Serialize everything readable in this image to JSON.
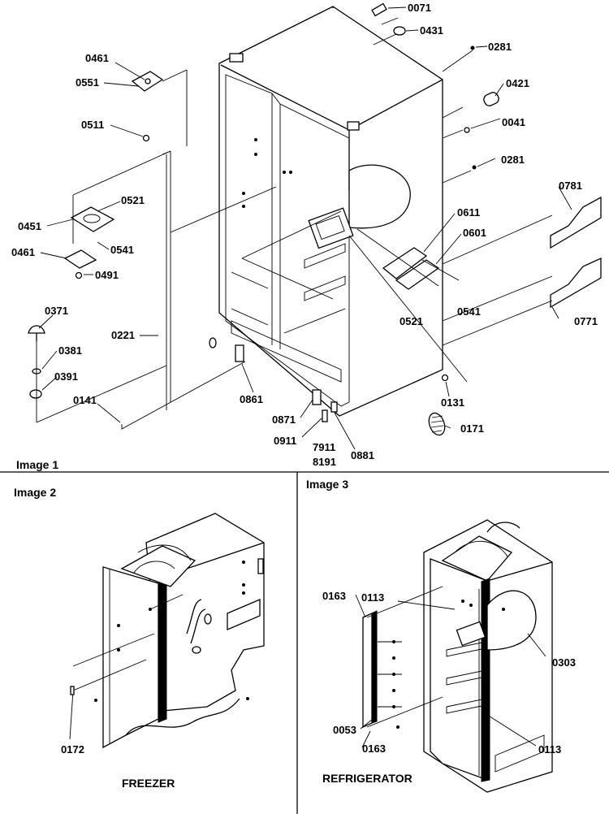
{
  "panels": {
    "image1": {
      "caption": "Image 1"
    },
    "image2": {
      "caption": "Image 2",
      "title": "FREEZER"
    },
    "image3": {
      "caption": "Image 3",
      "title": "REFRIGERATOR"
    }
  },
  "parts_image1": [
    "0071",
    "0431",
    "0281",
    "0421",
    "0041",
    "0281",
    "0461",
    "0551",
    "0511",
    "0521",
    "0451",
    "0541",
    "0461",
    "0491",
    "0371",
    "0381",
    "0391",
    "0221",
    "0141",
    "0861",
    "0871",
    "0911",
    "7911",
    "8191",
    "0881",
    "0171",
    "0131",
    "0611",
    "0601",
    "0521",
    "0541",
    "0781",
    "0771"
  ],
  "parts_image2": [
    "0172"
  ],
  "parts_image3": [
    "0163",
    "0113",
    "0303",
    "0053",
    "0163",
    "0113"
  ]
}
